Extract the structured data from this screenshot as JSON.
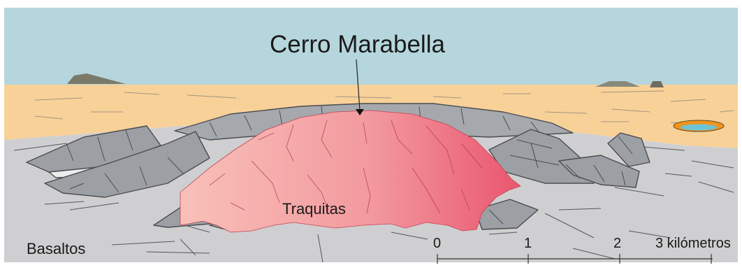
{
  "title": "Cerro Marabella",
  "labels": {
    "dome_rock": "Traquitas",
    "base_rock": "Basaltos"
  },
  "scale_bar": {
    "ticks": [
      "0",
      "1",
      "2",
      "3 kilómetros"
    ]
  },
  "colors": {
    "sky": "#b5d6dc",
    "sand": "#f8d199",
    "basalt_plain": "#cfcfd1",
    "basalt_blocks": "#9c9fa4",
    "dome_light": "#f8c0b9",
    "dome_dark": "#ea5670",
    "pond_rim": "#f0941e",
    "pond_water": "#6fc3d6"
  }
}
